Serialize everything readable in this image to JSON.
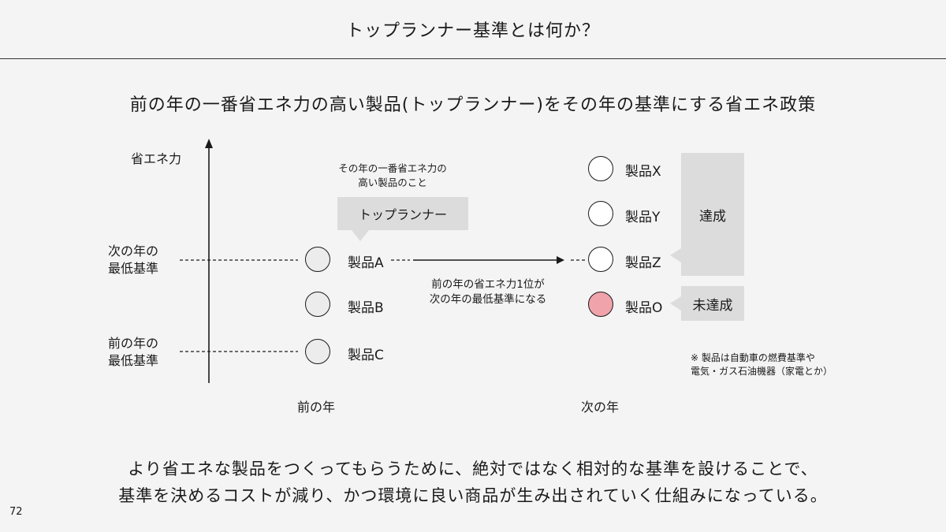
{
  "header": {
    "title": "トップランナー基準とは何か？"
  },
  "subtitle": "前の年の一番省エネ力の高い製品(トップランナー)をその年の基準にする省エネ政策",
  "diagram": {
    "y_axis_label": "省エネ力",
    "levels": {
      "new_min": [
        "次の年の",
        "最低基準"
      ],
      "old_min": [
        "前の年の",
        "最低基準"
      ]
    },
    "years": {
      "prev": "前の年",
      "next": "次の年"
    },
    "prev_products": [
      "製品A",
      "製品B",
      "製品C"
    ],
    "next_products": [
      "製品X",
      "製品Y",
      "製品Z",
      "製品O"
    ],
    "top_runner_note": [
      "その年の一番省エネ力の",
      "高い製品のこと"
    ],
    "top_runner_label": "トップランナー",
    "arrow_note": [
      "前の年の省エネ力1位が",
      "次の年の最低基準になる"
    ],
    "achieved_label": "達成",
    "not_achieved_label": "未達成",
    "footnote": [
      "※ 製品は自動車の燃費基準や",
      "電気・ガス石油機器（家電とか）"
    ],
    "colors": {
      "not_achieved_fill": "#f0a3aa",
      "callout_bg": "#dcdcdc"
    }
  },
  "conclusion": [
    "より省エネな製品をつくってもらうために、絶対ではなく相対的な基準を設けることで、",
    "基準を決めるコストが減り、かつ環境に良い商品が生み出されていく仕組みになっている。"
  ],
  "page_number": "72"
}
